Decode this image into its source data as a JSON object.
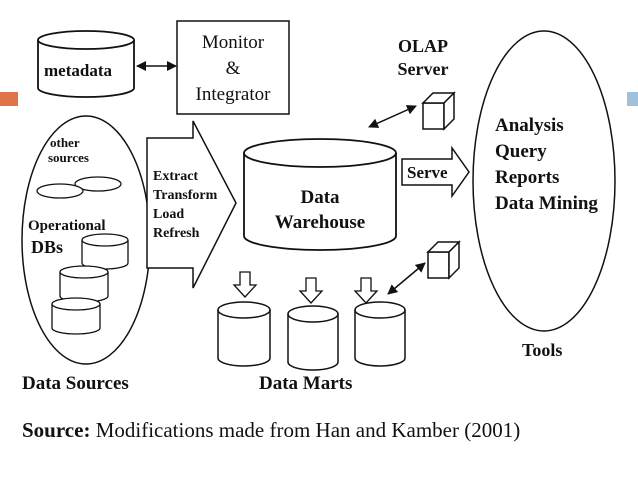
{
  "slide_accents": {
    "left_color": "#e0734a",
    "right_color": "#9fc1dc"
  },
  "diagram": {
    "metadata": "metadata",
    "monitor_line1": "Monitor",
    "monitor_line2": "&",
    "monitor_line3": "Integrator",
    "olap_line1": "OLAP",
    "olap_line2": "Server",
    "other_sources_line1": "other",
    "other_sources_line2": "sources",
    "operational_line1": "Operational",
    "operational_line2": "DBs",
    "etl_steps": [
      "Extract",
      "Transform",
      "Load",
      "Refresh"
    ],
    "warehouse_line1": "Data",
    "warehouse_line2": "Warehouse",
    "serve": "Serve",
    "tools_items": [
      "Analysis",
      "Query",
      "Reports",
      "Data Mining"
    ],
    "tools_label": "Tools",
    "data_sources_label": "Data Sources",
    "data_marts_label": "Data Marts"
  },
  "source": {
    "label": "Source:",
    "text": " Modifications made from Han and Kamber (2001)"
  }
}
